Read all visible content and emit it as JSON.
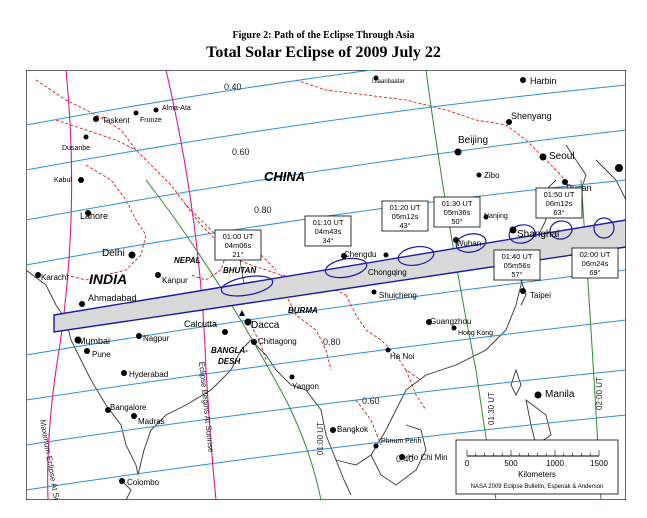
{
  "figure_label": "Figure 2: Path of the Eclipse Through Asia",
  "title": "Total Solar Eclipse of  2009 July 22",
  "regions": {
    "china": "CHINA",
    "india": "INDIA",
    "nepal": "NEPAL",
    "bhutan": "BHUTAN",
    "burma": "BURMA",
    "bangladesh_1": "BANGLA-",
    "bangladesh_2": "DESH"
  },
  "cities": [
    "Ulaanbaatar",
    "Harbin",
    "Alma-Ata",
    "Taskent",
    "Frunze",
    "Dusanbe",
    "Shenyang",
    "Beijing",
    "Seoul",
    "Kabul",
    "Zibo",
    "Pusan",
    "Lahore",
    "Delhi",
    "Nanjing",
    "Shanghai",
    "Wuhan",
    "Chengdu",
    "Chongqing",
    "Karachi",
    "Kanpur",
    "Ahmadabad",
    "Taipei",
    "Shuicheng",
    "Calcutta",
    "Dacca",
    "Guangzhou",
    "Hong Kong",
    "Nagpur",
    "Chittagong",
    "Mumbai",
    "Pune",
    "Ha Noi",
    "Hyderabad",
    "Yangon",
    "Manila",
    "Bangalore",
    "Madras",
    "Bangkok",
    "Phnum Penh",
    "Ho Chi Min",
    "Colombo"
  ],
  "contours": {
    "lat_040_top": "0.40",
    "lat_060_top": "0.60",
    "lat_080_top": "0.80",
    "lat_080_bottom": "0.80",
    "lat_060_bottom": "0.60",
    "lat_040_bottom": "0.40",
    "ut_0100": "01:00 UT",
    "ut_0130": "01:30 UT",
    "ut_0200": "02:00 UT",
    "max_sunrise": "Maximum Eclipse At Sunrise",
    "begins_sunrise": "Eclipse Begins At Sunrise"
  },
  "time_boxes": [
    {
      "ut": "01:00 UT",
      "dur": "04m06s",
      "alt": "21°"
    },
    {
      "ut": "01:10 UT",
      "dur": "04m43s",
      "alt": "34°"
    },
    {
      "ut": "01:20 UT",
      "dur": "05m12s",
      "alt": "43°"
    },
    {
      "ut": "01:30 UT",
      "dur": "05m36s",
      "alt": "50°"
    },
    {
      "ut": "01:40 UT",
      "dur": "05m56s",
      "alt": "57°"
    },
    {
      "ut": "01:50 UT",
      "dur": "06m12s",
      "alt": "63°"
    },
    {
      "ut": "02:00 UT",
      "dur": "06m24s",
      "alt": "69°"
    }
  ],
  "scale": {
    "ticks": [
      "0",
      "500",
      "1000",
      "1500"
    ],
    "unit": "Kilometers",
    "credit": "NASA 2009 Eclipse Bulletin, Espenak & Anderson"
  },
  "colors": {
    "path_fill": "#d9d9d9",
    "path_edge": "#1a1aa8",
    "latitude_curves": "#2b8fd6",
    "ut_lines": "#2e8b2e",
    "sunrise_curves": "#d81b8c",
    "borders": "#d40000",
    "coast": "#333333"
  }
}
